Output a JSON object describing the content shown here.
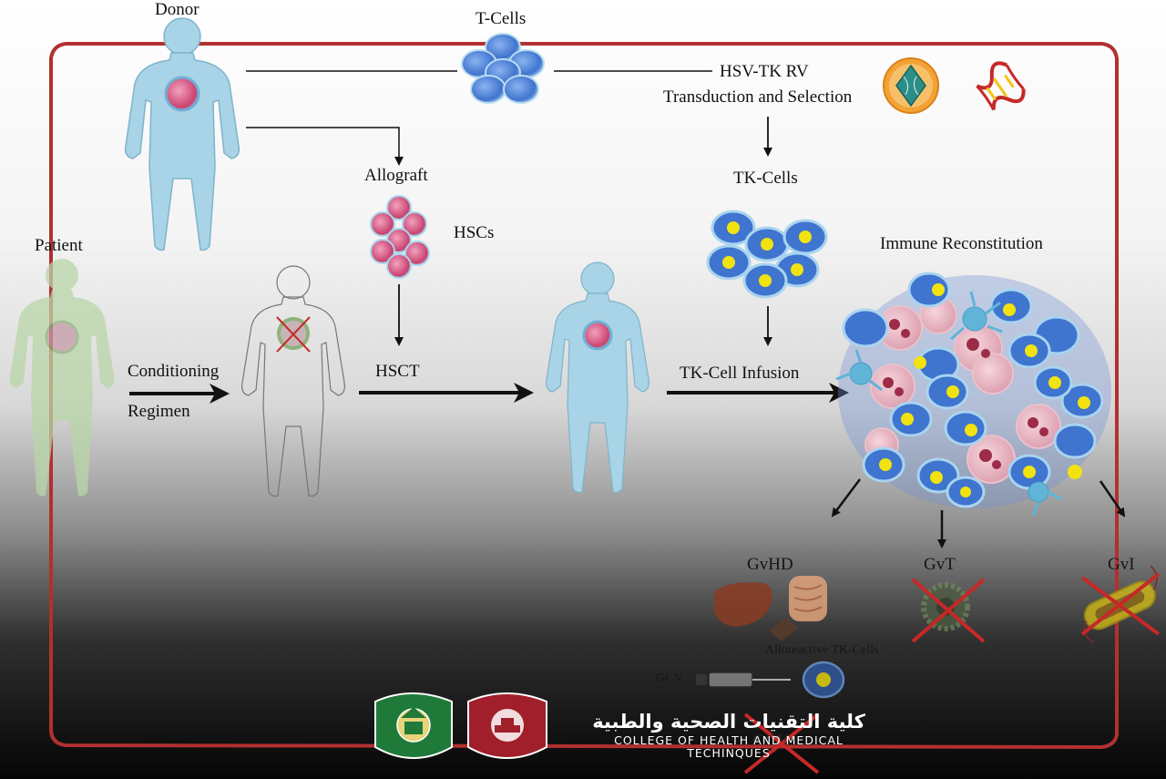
{
  "labels": {
    "donor": "Donor",
    "t_cells": "T-Cells",
    "hsv_tk_rv": "HSV-TK RV",
    "transduction": "Transduction and Selection",
    "allograft": "Allograft",
    "hscs": "HSCs",
    "tk_cells": "TK-Cells",
    "patient": "Patient",
    "immune_reconstitution": "Immune Reconstitution",
    "conditioning": "Conditioning",
    "regimen": "Regimen",
    "hsct": "HSCT",
    "tk_cell_infusion": "TK-Cell Infusion",
    "gvhd": "GvHD",
    "gvt": "GvT",
    "gvi": "GvI",
    "alloreactive_tk_cells": "Alloreactive TK-Cells",
    "gcv": "GCV",
    "gcv_partial": "GCV"
  },
  "logo": {
    "arabic_name": "كلية التقنيات الصحية والطبية",
    "english_line1": "COLLEGE OF HEALTH AND MEDICAL",
    "english_line2": "TECHINQUES"
  },
  "colors": {
    "frame": "#b23030",
    "body_blue": "#a9d3e6",
    "body_green": "#b9d6a8",
    "cell_blue": "#3f74cf",
    "nucleus_yellow": "#f2e210",
    "hsc_pink": "#d45a86",
    "cross_red": "#c62828"
  }
}
